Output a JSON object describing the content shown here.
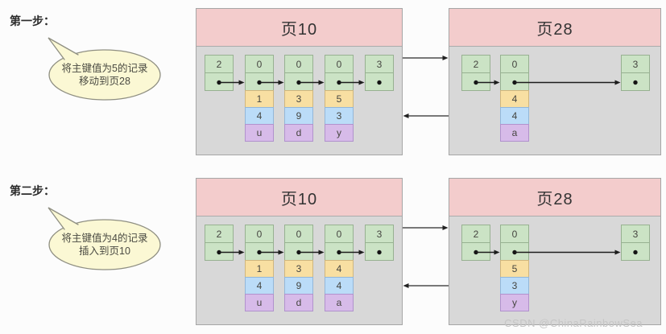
{
  "watermark": "CSDN @ChinaRainbowSea",
  "colors": {
    "page_header_pink": "#f3cccc",
    "page_body_gray": "#d8d8d8",
    "record_head_green": "#cbe3c5",
    "primary_key_yellow": "#f8dfa2",
    "second_col_blue": "#bbdcf8",
    "third_col_purple": "#d7bbe9",
    "bubble_yellow": "#fbf8d4"
  },
  "steps": [
    {
      "label": "第一步：",
      "bubble": {
        "line1": "将主键值为5的记录",
        "line2": "移动到页28"
      },
      "page_left": {
        "title": "页10",
        "columns": [
          {
            "head": "2"
          },
          {
            "head": "0",
            "key": "1",
            "val": "4",
            "chr": "u"
          },
          {
            "head": "0",
            "key": "3",
            "val": "9",
            "chr": "d"
          },
          {
            "head": "0",
            "key": "5",
            "val": "3",
            "chr": "y"
          },
          {
            "head": "3"
          }
        ]
      },
      "page_right": {
        "title": "页28",
        "columns": [
          {
            "head": "2"
          },
          {
            "head": "0",
            "key": "4",
            "val": "4",
            "chr": "a"
          },
          {
            "head": "3"
          }
        ]
      }
    },
    {
      "label": "第二步：",
      "bubble": {
        "line1": "将主键值为4的记录",
        "line2": "插入到页10"
      },
      "page_left": {
        "title": "页10",
        "columns": [
          {
            "head": "2"
          },
          {
            "head": "0",
            "key": "1",
            "val": "4",
            "chr": "u"
          },
          {
            "head": "0",
            "key": "3",
            "val": "9",
            "chr": "d"
          },
          {
            "head": "0",
            "key": "4",
            "val": "4",
            "chr": "a"
          },
          {
            "head": "3"
          }
        ]
      },
      "page_right": {
        "title": "页28",
        "columns": [
          {
            "head": "2"
          },
          {
            "head": "0",
            "key": "5",
            "val": "3",
            "chr": "y"
          },
          {
            "head": "3"
          }
        ]
      }
    }
  ]
}
